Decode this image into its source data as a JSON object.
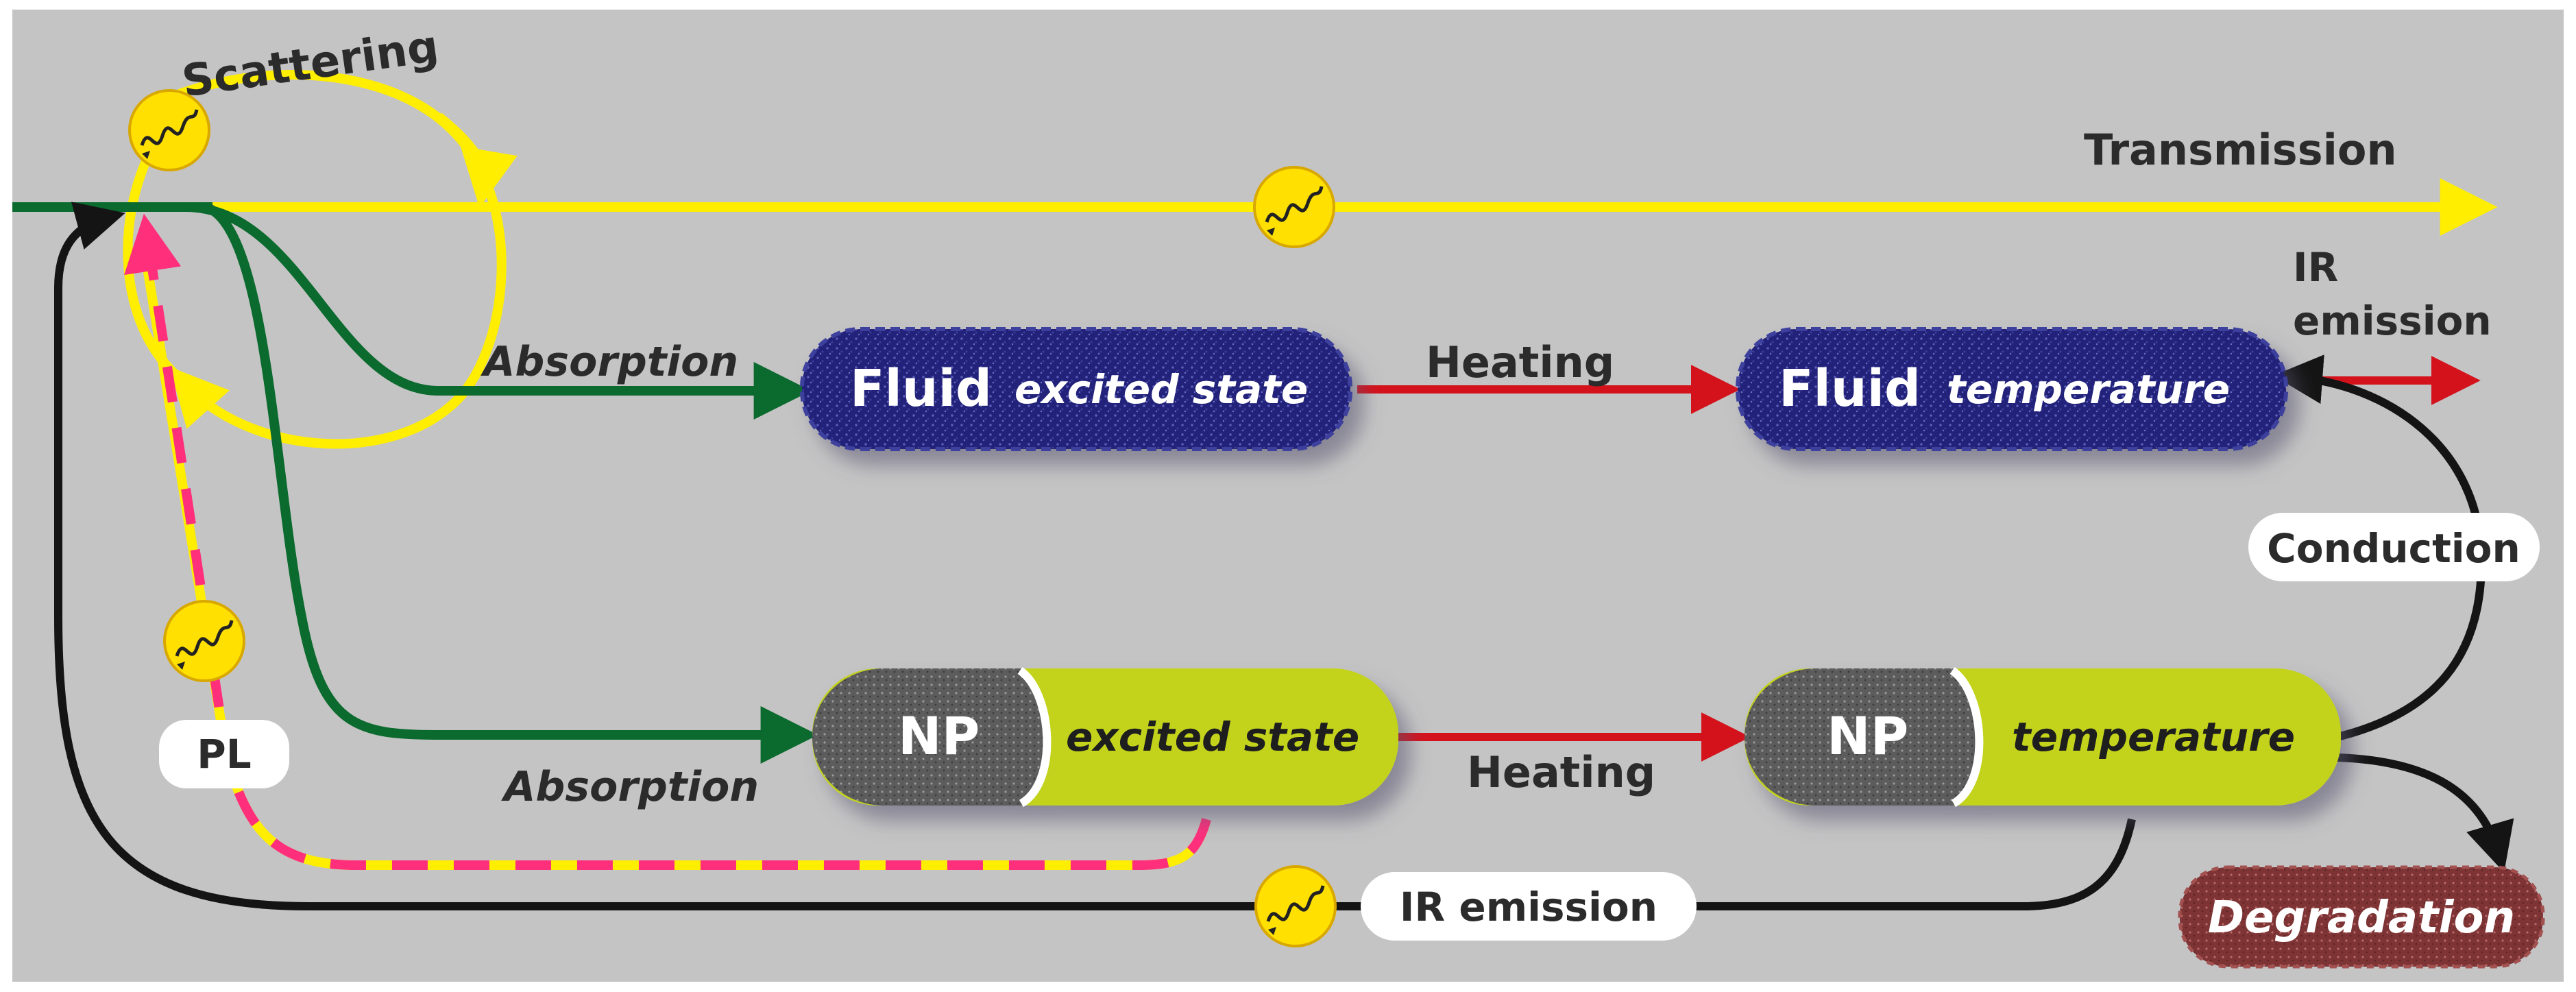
{
  "labels": {
    "scattering": "Scattering",
    "transmission": "Transmission",
    "absorption_top": "Absorption",
    "absorption_bottom": "Absorption",
    "heating_top": "Heating",
    "heating_bottom": "Heating",
    "ir_emission_right_line1": "IR",
    "ir_emission_right_line2": "emission",
    "conduction": "Conduction",
    "pl": "PL",
    "ir_emission_bottom": "IR emission",
    "degradation": "Degradation"
  },
  "boxes": {
    "fluid_excited": {
      "main": "Fluid",
      "sub": "excited state"
    },
    "fluid_temperature": {
      "main": "Fluid",
      "sub": "temperature"
    },
    "np_excited": {
      "main": "NP",
      "sub": "excited state"
    },
    "np_temperature": {
      "main": "NP",
      "sub": "temperature"
    }
  },
  "colors": {
    "background": "#c4c4c4",
    "photon_path": "#ffee00",
    "absorption_path": "#0b6a2e",
    "heating_arrow": "#d4121c",
    "pl_dash": "#ff2f7c",
    "ir_path": "#141414",
    "fluid_box": "#23247a",
    "np_box": "#c3d31c",
    "degradation_box": "#8b3b3b"
  },
  "icons": [
    "photon-icon-scattering",
    "photon-icon-transmission",
    "photon-icon-pl",
    "photon-icon-ir"
  ]
}
